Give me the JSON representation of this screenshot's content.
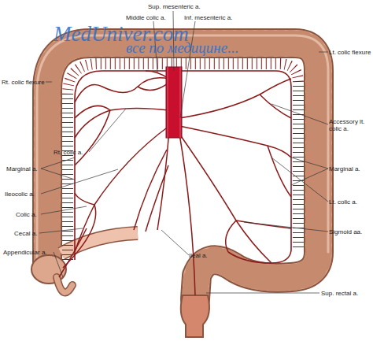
{
  "diagram": {
    "labels": [
      "MedUniver.com",
      "все по медицине...",
      "Sup. mesenteric a.",
      "Middle colic a.",
      "Inf. mesenteric a.",
      "Rt. colic flexure",
      "Lt. colic flexure",
      "Accessory lt. colic a.",
      "Rt. colic a.",
      "Marginal a.",
      "Marginal a.",
      "Ileocolic a.",
      "Lt. colic a.",
      "Colic a.",
      "Sigmoid aa.",
      "Cecal a.",
      "Appendicular a.",
      "Ileal a.",
      "Sup. rectal a."
    ]
  }
}
